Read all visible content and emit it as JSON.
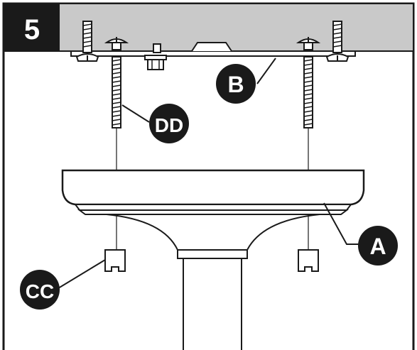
{
  "step": {
    "number": "5"
  },
  "callouts": {
    "b": "B",
    "dd": "DD",
    "a": "A",
    "cc": "CC"
  },
  "colors": {
    "ceiling": "#c9c9c9",
    "line": "#1a1a1a",
    "callout_fill": "#1a1a1a",
    "step_box": "#1a1a1a",
    "text_on_dark": "#ffffff"
  }
}
